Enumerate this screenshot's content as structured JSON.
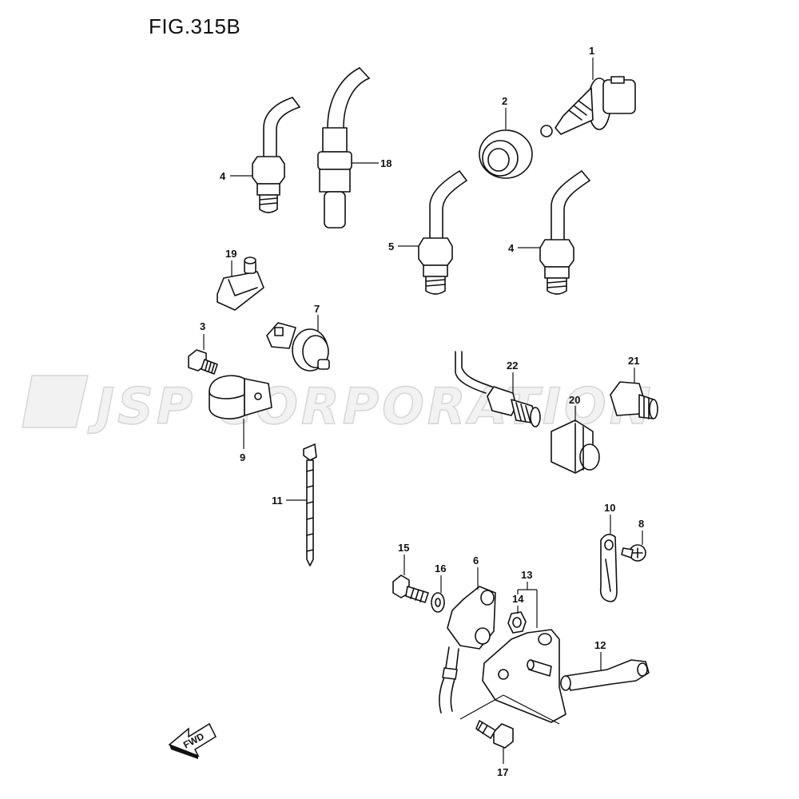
{
  "figure": {
    "title": "FIG.315B"
  },
  "watermark": "JSP CORPORATION",
  "direction_marker": "FWD",
  "callouts": {
    "c1": "1",
    "c2": "2",
    "c3": "3",
    "c4a": "4",
    "c4b": "4",
    "c5": "5",
    "c6": "6",
    "c7": "7",
    "c8": "8",
    "c9": "9",
    "c10": "10",
    "c11": "11",
    "c12": "12",
    "c13": "13",
    "c14": "14",
    "c15": "15",
    "c16": "16",
    "c17": "17",
    "c18": "18",
    "c19": "19",
    "c20": "20",
    "c21": "21",
    "c22": "22"
  }
}
